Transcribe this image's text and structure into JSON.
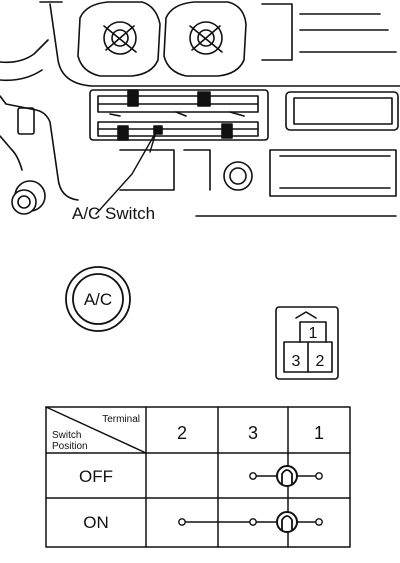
{
  "callout": {
    "label": "A/C Switch"
  },
  "button": {
    "label": "A/C"
  },
  "connector": {
    "pins": [
      "1",
      "3",
      "2"
    ]
  },
  "table": {
    "header_terminal": "Terminal",
    "header_switch": "Switch",
    "header_position": "Position",
    "terminals": [
      "2",
      "3",
      "1"
    ],
    "rows": [
      {
        "position": "OFF",
        "connected": [
          "3",
          "1"
        ]
      },
      {
        "position": "ON",
        "connected": [
          "2",
          "3",
          "1"
        ]
      }
    ]
  }
}
